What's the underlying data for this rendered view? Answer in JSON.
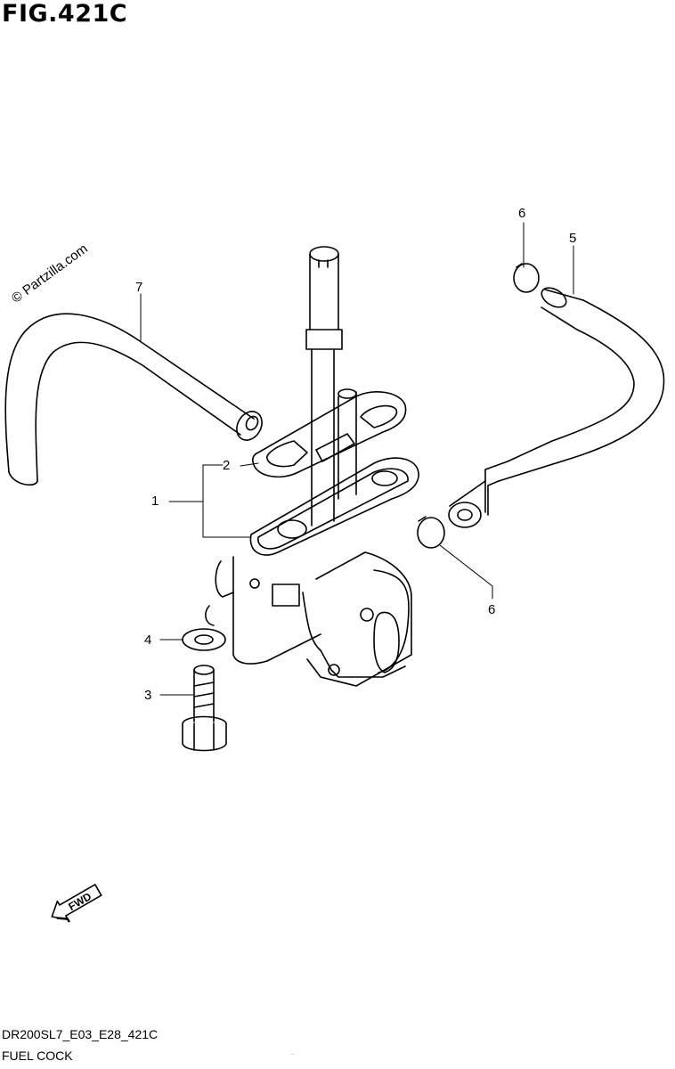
{
  "figure": {
    "title": "FIG.421C",
    "watermark": "© Partzilla.com",
    "model_code": "DR200SL7_E03_E28_421C",
    "name": "FUEL COCK",
    "fine_print": "…",
    "forward_label": "FWD"
  },
  "callouts": {
    "c1": "1",
    "c2": "2",
    "c3": "3",
    "c4": "4",
    "c5": "5",
    "c6a": "6",
    "c6b": "6",
    "c7": "7"
  }
}
